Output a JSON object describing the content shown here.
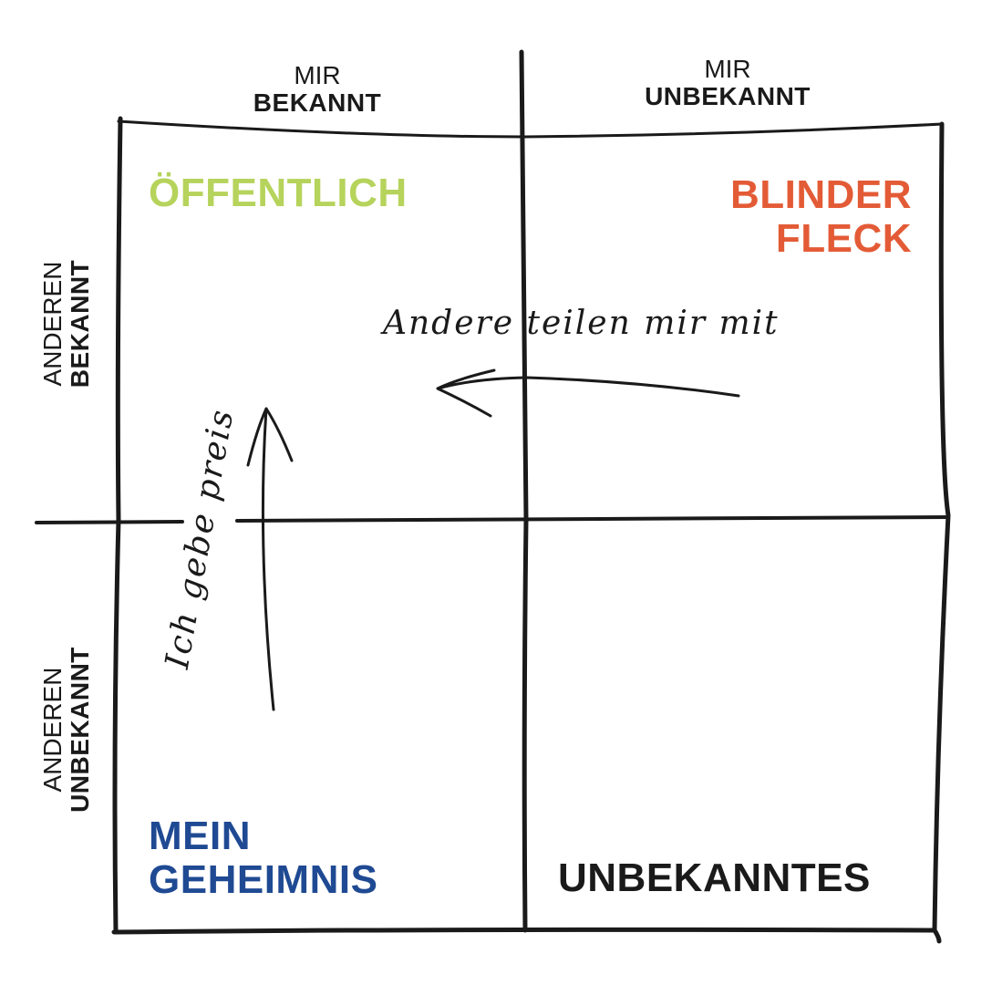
{
  "column_headers": [
    {
      "line1": "MIR",
      "line2": "BEKANNT"
    },
    {
      "line1": "MIR",
      "line2": "UNBEKANNT"
    }
  ],
  "row_headers": [
    {
      "line1": "ANDEREN",
      "line2": "BEKANNT"
    },
    {
      "line1": "ANDEREN",
      "line2": "UNBEKANNT"
    }
  ],
  "quadrants": {
    "public": {
      "line1": "ÖFFENTLICH",
      "color": "#b6d35c"
    },
    "blind_spot": {
      "line1": "BLINDER",
      "line2": "FLECK",
      "color": "#e35b36"
    },
    "secret": {
      "line1": "MEIN",
      "line2": "GEHEIMNIS",
      "color": "#1f4a93"
    },
    "unknown": {
      "line1": "UNBEKANNTES",
      "color": "#1a1a1a"
    }
  },
  "annotations": {
    "feedback": "Andere teilen mir mit",
    "disclosure": "Ich gebe preis"
  }
}
